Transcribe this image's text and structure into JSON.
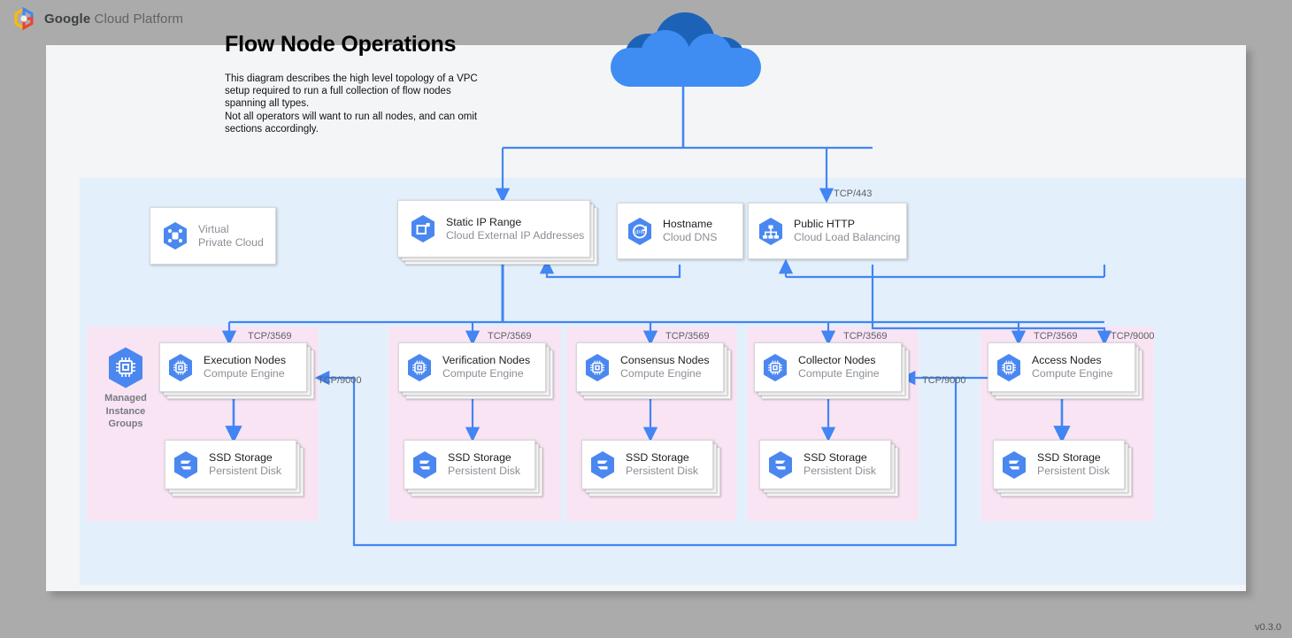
{
  "brand": {
    "prefix": "Google",
    "suffix": " Cloud Platform",
    "logo_icon": "gcp-hexagon-logo"
  },
  "header": {
    "title": "Flow Node Operations",
    "description": "This diagram describes the high level topology of a VPC setup required to run a full collection of flow nodes spanning all types.\nNot all operators will want to run all nodes, and can omit sections accordingly."
  },
  "colors": {
    "page_background": "#ababab",
    "canvas": "#f4f5f6",
    "vpc_region": "#e3f0fc",
    "group_panel": "#f9e4f4",
    "connector": "#4285f4",
    "gcp_blue": "#4285f4",
    "cloud_top": "#1c63b8",
    "cloud_body": "#3f8cf3"
  },
  "internet": {
    "icon": "cloud-icon",
    "label": ""
  },
  "top_nodes": [
    {
      "id": "vpc",
      "title": "Virtual",
      "subtitle": "Private Cloud",
      "icon": "virtual-private-cloud-icon",
      "stacked": false
    },
    {
      "id": "static-ip",
      "title": "Static IP Range",
      "subtitle": "Cloud External IP Addresses",
      "icon": "cloud-external-ip-icon",
      "stacked": true
    },
    {
      "id": "hostname",
      "title": "Hostname",
      "subtitle": "Cloud DNS",
      "icon": "cloud-dns-icon",
      "stacked": false
    },
    {
      "id": "public-http",
      "title": "Public HTTP",
      "subtitle": "Cloud Load Balancing",
      "icon": "cloud-load-balancing-icon",
      "stacked": false
    }
  ],
  "groups": [
    {
      "id": "execution",
      "mig_label": "Managed\nInstance\nGroups",
      "mig_icon": "managed-instance-groups-icon",
      "compute": {
        "title": "Execution Nodes",
        "subtitle": "Compute Engine",
        "icon": "compute-engine-icon"
      },
      "storage": {
        "title": "SSD Storage",
        "subtitle": "Persistent Disk",
        "icon": "persistent-disk-icon"
      },
      "inbound_port": "TCP/3569"
    },
    {
      "id": "verification",
      "compute": {
        "title": "Verification Nodes",
        "subtitle": "Compute Engine",
        "icon": "compute-engine-icon"
      },
      "storage": {
        "title": "SSD Storage",
        "subtitle": "Persistent Disk",
        "icon": "persistent-disk-icon"
      },
      "inbound_port": "TCP/3569"
    },
    {
      "id": "consensus",
      "compute": {
        "title": "Consensus Nodes",
        "subtitle": "Compute Engine",
        "icon": "compute-engine-icon"
      },
      "storage": {
        "title": "SSD Storage",
        "subtitle": "Persistent Disk",
        "icon": "persistent-disk-icon"
      },
      "inbound_port": "TCP/3569"
    },
    {
      "id": "collector",
      "compute": {
        "title": "Collector Nodes",
        "subtitle": "Compute Engine",
        "icon": "compute-engine-icon"
      },
      "storage": {
        "title": "SSD Storage",
        "subtitle": "Persistent Disk",
        "icon": "persistent-disk-icon"
      },
      "inbound_port": "TCP/3569"
    },
    {
      "id": "access",
      "compute": {
        "title": "Access Nodes",
        "subtitle": "Compute Engine",
        "icon": "compute-engine-icon"
      },
      "storage": {
        "title": "SSD Storage",
        "subtitle": "Persistent Disk",
        "icon": "persistent-disk-icon"
      },
      "inbound_port": "TCP/3569",
      "inbound_port_2": "TCP/9000"
    }
  ],
  "edge_labels": {
    "lb_ingress": "TCP/443",
    "access_to_execution": "TCP/9000",
    "access_to_collector": "TCP/9000"
  },
  "footer": {
    "version": "v0.3.0"
  }
}
